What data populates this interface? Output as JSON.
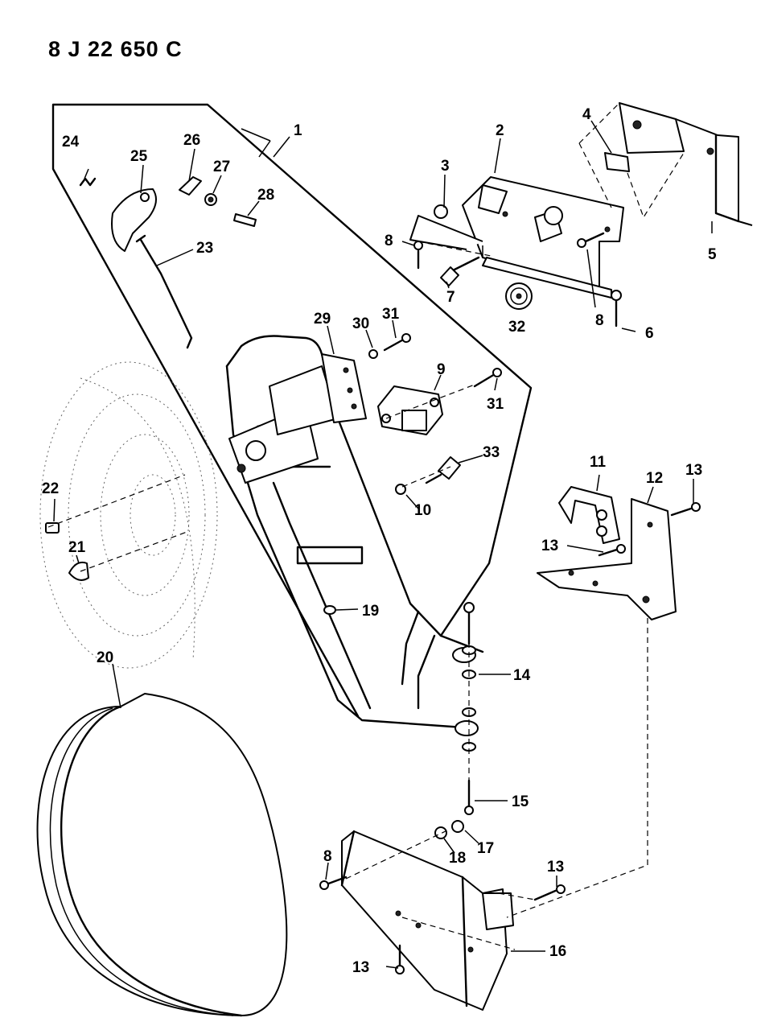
{
  "drawing_code": "8 J 22 650 C",
  "callouts": {
    "c1": "1",
    "c2": "2",
    "c3": "3",
    "c4": "4",
    "c5": "5",
    "c6": "6",
    "c7": "7",
    "c8a": "8",
    "c8b": "8",
    "c8c": "8",
    "c9": "9",
    "c10": "10",
    "c11": "11",
    "c12": "12",
    "c13a": "13",
    "c13b": "13",
    "c13c": "13",
    "c13d": "13",
    "c14": "14",
    "c15": "15",
    "c16": "16",
    "c17": "17",
    "c18": "18",
    "c19": "19",
    "c20": "20",
    "c21": "21",
    "c22": "22",
    "c23": "23",
    "c24": "24",
    "c25": "25",
    "c26": "26",
    "c27": "27",
    "c28": "28",
    "c29": "29",
    "c30": "30",
    "c31a": "31",
    "c31b": "31",
    "c32": "32",
    "c33": "33"
  }
}
